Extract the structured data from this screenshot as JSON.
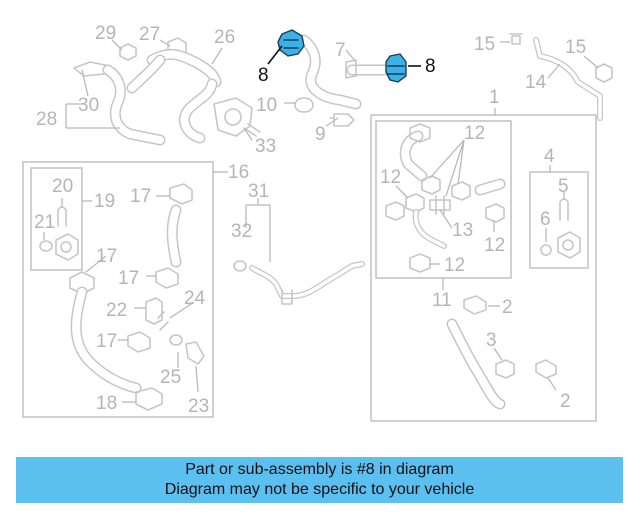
{
  "diagram": {
    "callouts": {
      "c1": "1",
      "c2a": "2",
      "c2b": "2",
      "c3": "3",
      "c4": "4",
      "c5": "5",
      "c6": "6",
      "c7": "7",
      "c8a": "8",
      "c8b": "8",
      "c9": "9",
      "c10": "10",
      "c11": "11",
      "c12a": "12",
      "c12b": "12",
      "c12c": "12",
      "c12d": "12",
      "c13": "13",
      "c14": "14",
      "c15a": "15",
      "c15b": "15",
      "c16": "16",
      "c17a": "17",
      "c17b": "17",
      "c17c": "17",
      "c17d": "17",
      "c18": "18",
      "c19": "19",
      "c20": "20",
      "c21": "21",
      "c22": "22",
      "c23": "23",
      "c24": "24",
      "c25": "25",
      "c26": "26",
      "c27": "27",
      "c28": "28",
      "c29": "29",
      "c30": "30",
      "c31": "31",
      "c32": "32",
      "c33": "33"
    },
    "highlight_color": "#3ab2e8"
  },
  "banner": {
    "line1": "Part or sub-assembly is #8 in diagram",
    "line2": "Diagram may not be specific to your vehicle",
    "color": "#5bbff0"
  }
}
